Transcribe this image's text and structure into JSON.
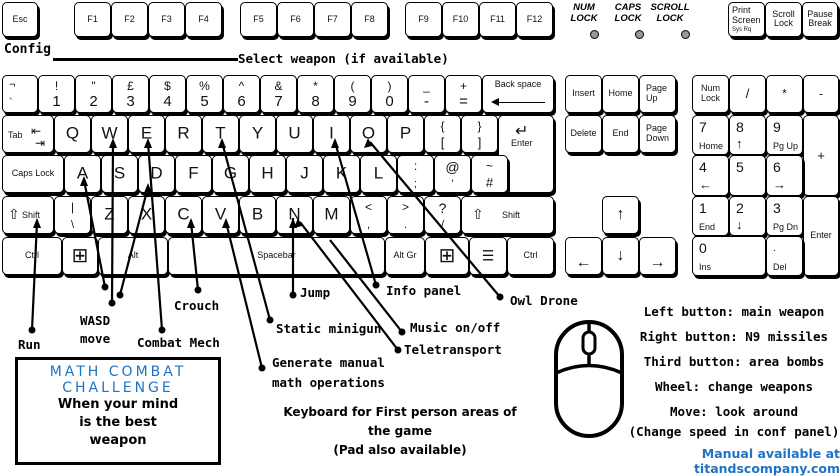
{
  "function_row": {
    "esc": "Esc",
    "f_keys": [
      "F1",
      "F2",
      "F3",
      "F4",
      "F5",
      "F6",
      "F7",
      "F8",
      "F9",
      "F10",
      "F11",
      "F12"
    ],
    "leds": [
      {
        "label": "NUM\nLOCK"
      },
      {
        "label": "CAPS\nLOCK"
      },
      {
        "label": "SCROLL\nLOCK"
      }
    ],
    "print_screen": {
      "line1": "Print",
      "line2": "Screen",
      "sub": "Sys Rq"
    },
    "scroll_lock": "Scroll\nLock",
    "pause_break": "Pause\nBreak"
  },
  "annotations_top": {
    "config": "Config",
    "select_weapon": "Select weapon (if available)"
  },
  "number_row": [
    {
      "top": "¬",
      "bot": "`"
    },
    {
      "top": "!",
      "bot": "1"
    },
    {
      "top": "\"",
      "bot": "2"
    },
    {
      "top": "£",
      "bot": "3"
    },
    {
      "top": "$",
      "bot": "4"
    },
    {
      "top": "%",
      "bot": "5"
    },
    {
      "top": "^",
      "bot": "6"
    },
    {
      "top": "&",
      "bot": "7"
    },
    {
      "top": "*",
      "bot": "8"
    },
    {
      "top": "(",
      "bot": "9"
    },
    {
      "top": ")",
      "bot": "0"
    },
    {
      "top": "_",
      "bot": "-"
    },
    {
      "top": "+",
      "bot": "="
    }
  ],
  "backspace": "Back space",
  "tab": "Tab",
  "qwerty_row": [
    "Q",
    "W",
    "E",
    "R",
    "T",
    "Y",
    "U",
    "I",
    "O",
    "P"
  ],
  "brackets": [
    {
      "top": "{",
      "bot": "["
    },
    {
      "top": "}",
      "bot": "]"
    }
  ],
  "enter": "Enter",
  "caps_lock": "Caps Lock",
  "home_row": [
    "A",
    "S",
    "D",
    "F",
    "G",
    "H",
    "J",
    "K",
    "L"
  ],
  "home_extra": [
    {
      "top": ":",
      "bot": ";"
    },
    {
      "top": "@",
      "bot": "'"
    },
    {
      "top": "~",
      "bot": "#"
    }
  ],
  "shift": "Shift",
  "bottom_row": [
    {
      "top": "|",
      "bot": "\\"
    },
    {
      "c": "Z"
    },
    {
      "c": "X"
    },
    {
      "c": "C"
    },
    {
      "c": "V"
    },
    {
      "c": "B"
    },
    {
      "c": "N"
    },
    {
      "c": "M"
    },
    {
      "top": "<",
      "bot": ","
    },
    {
      "top": ">",
      "bot": "."
    },
    {
      "top": "?",
      "bot": "/"
    }
  ],
  "space_row": {
    "ctrl": "Ctrl",
    "alt": "Alt",
    "spacebar": "Spacebar",
    "alt_gr": "Alt Gr"
  },
  "nav_cluster": {
    "insert": "Insert",
    "home": "Home",
    "page_up": "Page\nUp",
    "delete": "Delete",
    "end": "End",
    "page_down": "Page\nDown"
  },
  "numpad": {
    "num_lock": "Num\nLock",
    "divide": "/",
    "multiply": "*",
    "minus": "-",
    "plus": "+",
    "enter": "Enter",
    "keys": [
      {
        "n": "7",
        "s": "Home"
      },
      {
        "n": "8",
        "s": "↑"
      },
      {
        "n": "9",
        "s": "Pg Up"
      },
      {
        "n": "4",
        "s": "←"
      },
      {
        "n": "5",
        "s": ""
      },
      {
        "n": "6",
        "s": "→"
      },
      {
        "n": "1",
        "s": "End"
      },
      {
        "n": "2",
        "s": "↓"
      },
      {
        "n": "3",
        "s": "Pg Dn"
      },
      {
        "n": "0",
        "s": "Ins"
      },
      {
        "n": ".",
        "s": "Del"
      }
    ]
  },
  "arrows": {
    "up": "↑",
    "left": "←",
    "down": "↓",
    "right": "→"
  },
  "callouts": {
    "run": "Run",
    "wasd_1": "WASD",
    "wasd_2": "move",
    "combat_mech": "Combat Mech",
    "crouch": "Crouch",
    "generate_1": "Generate manual",
    "generate_2": "math operations",
    "static_minigun": "Static minigun",
    "jump": "Jump",
    "info_panel": "Info panel",
    "music": "Music on/off",
    "teletransport": "Teletransport",
    "owl_drone": "Owl Drone"
  },
  "title_box": {
    "line1": "MATH COMBAT",
    "line2": "CHALLENGE",
    "tag1": "When your mind",
    "tag2": "is the best",
    "tag3": "weapon"
  },
  "caption": {
    "line1": "Keyboard for First person areas of",
    "line2": "the game",
    "line3": "(Pad also available)"
  },
  "mouse": {
    "left": "Left button: main weapon",
    "right": "Right button: N9 missiles",
    "third": "Third button:  area bombs",
    "wheel": "Wheel:  change weapons",
    "move": "Move:  look around",
    "speed": "(Change speed in conf panel)"
  },
  "footer_url": "Manual available at titandscompany.com",
  "colors": {
    "accent": "#1e73c8",
    "key_border": "#000000"
  }
}
